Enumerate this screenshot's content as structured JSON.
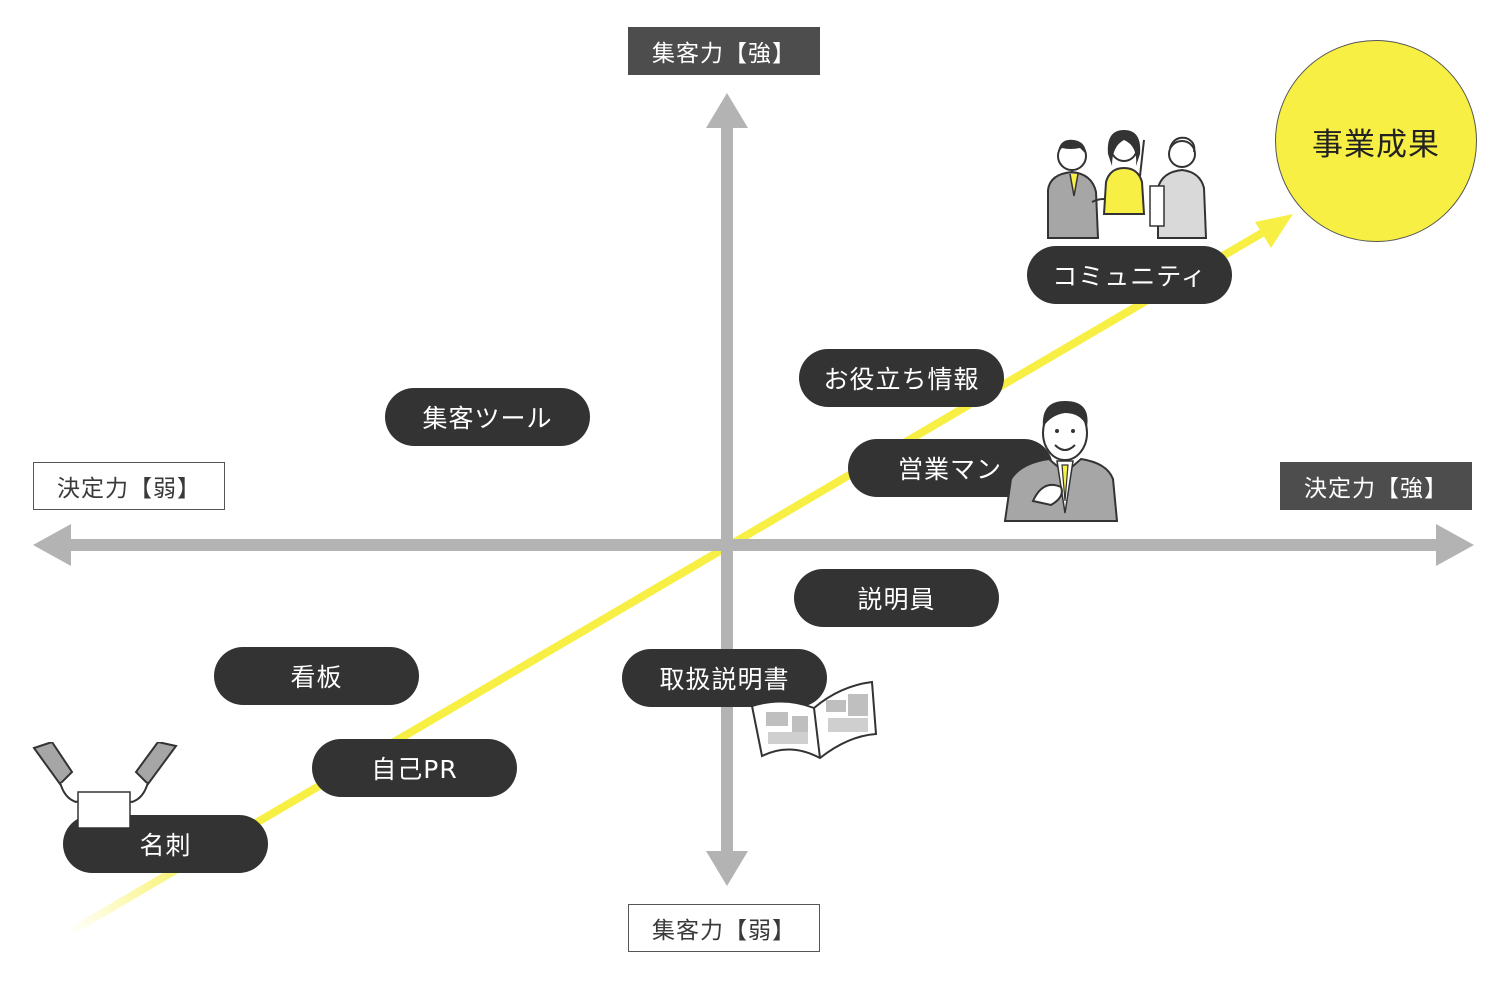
{
  "axes": {
    "top": "集客力【強】",
    "bottom": "集客力【弱】",
    "left": "決定力【弱】",
    "right": "決定力【強】"
  },
  "goal": "事業成果",
  "items": {
    "community": "コミュニティ",
    "oyakudachi": "お役立ち情報",
    "shukyaku_tool": "集客ツール",
    "eigyo_man": "営業マン",
    "setsumeiin": "説明員",
    "kanban": "看板",
    "torisetsu": "取扱説明書",
    "jiko_pr": "自己PR",
    "meishi": "名刺"
  },
  "colors": {
    "axis": "#b3b3b3",
    "pill": "#333333",
    "highlight": "#f8ef44",
    "dark_label": "#4d4d4d"
  },
  "illustrations": [
    "group-meeting-icon",
    "salesman-icon",
    "open-manual-icon",
    "business-card-exchange-icon"
  ]
}
